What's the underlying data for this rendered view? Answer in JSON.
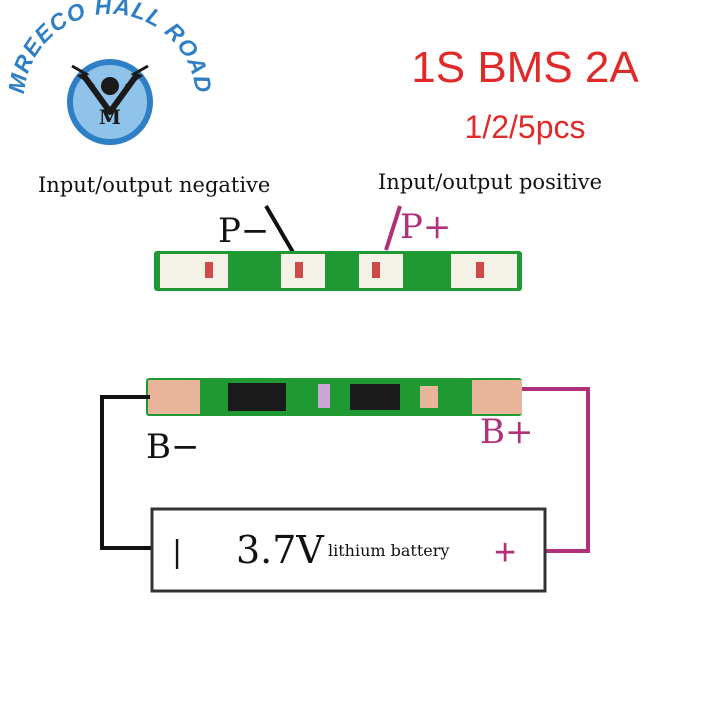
{
  "logo": {
    "text": "MREECO HALL ROAD",
    "initial": "M"
  },
  "title": "1S BMS 2A",
  "subtitle": "1/2/5pcs",
  "labels": {
    "neg_caption": "Input/output negative",
    "pos_caption": "Input/output positive",
    "p_minus": "P−",
    "p_plus": "P+",
    "b_minus": "B−",
    "b_plus": "B+"
  },
  "battery": {
    "neg_mark": "|",
    "voltage": "3.7V",
    "type": "lithium battery",
    "pos_mark": "+"
  },
  "colors": {
    "title": "#e02a2a",
    "positive": "#b0307a",
    "negative": "#111111",
    "pcb": "#1f9a32",
    "pad_top": "#f4f1e6",
    "pad_bottom": "#e8b49a",
    "logo_blue": "#2f7fc6"
  }
}
